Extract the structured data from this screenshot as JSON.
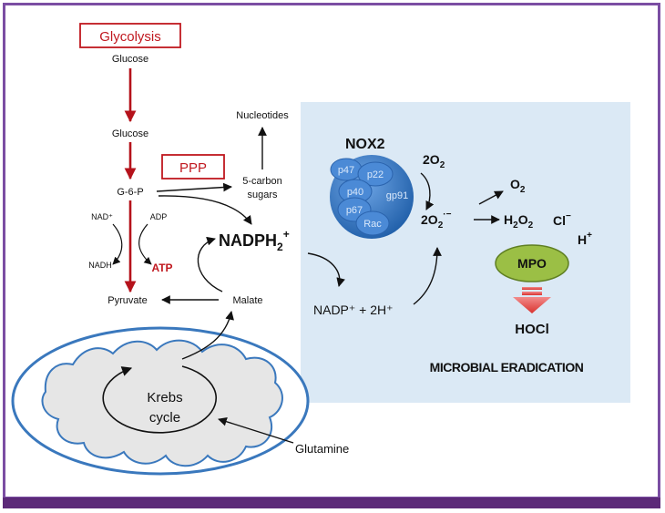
{
  "colors": {
    "frame": "#7b4ea3",
    "band": "#5c2a78",
    "panel": "#dbe9f5",
    "label_red": "#c0181f",
    "arrow_red": "#b5121b",
    "nox_blue": "#2f74c6",
    "mpo_green": "#9bbf45",
    "mpo_green_stroke": "#5f7f22",
    "mito_stroke": "#3a78bd",
    "cristae_fill": "#e6e6e6",
    "text": "#111111"
  },
  "boxes": {
    "glycolysis": "Glycolysis",
    "ppp": "PPP"
  },
  "metabolites": {
    "glucose_top": "Glucose",
    "glucose": "Glucose",
    "g6p": "G-6-P",
    "pyruvate": "Pyruvate",
    "malate": "Malate",
    "nucleotides": "Nucleotides",
    "five_carbon_1": "5-carbon",
    "five_carbon_2": "sugars",
    "nad": "NAD⁺",
    "nadh": "NADH",
    "adp": "ADP",
    "atp": "ATP",
    "nadph_base": "NADPH",
    "nadph_sub": "2",
    "nadph_sup": "+",
    "nadp_product": "NADP⁺ + 2H⁺",
    "glutamine": "Glutamine"
  },
  "krebs": {
    "line1": "Krebs",
    "line2": "cycle"
  },
  "nox2": {
    "title": "NOX2",
    "subunits": [
      "p47",
      "p22",
      "p40",
      "gp91",
      "p67",
      "Rac"
    ]
  },
  "ros": {
    "o2_coef": "2O",
    "o2_sub": "2",
    "superoxide_coef": "2O",
    "superoxide_sub": "2",
    "superoxide_sup": "·−",
    "o2": "O",
    "o2_sub2": "2",
    "h2o2_a": "H",
    "h2o2_sub1": "2",
    "h2o2_b": "O",
    "h2o2_sub2": "2",
    "cl": "Cl",
    "cl_sup": "−",
    "h": "H",
    "h_sup": "+",
    "mpo": "MPO",
    "hocl": "HOCl"
  },
  "caption": "MICROBIAL ERADICATION"
}
